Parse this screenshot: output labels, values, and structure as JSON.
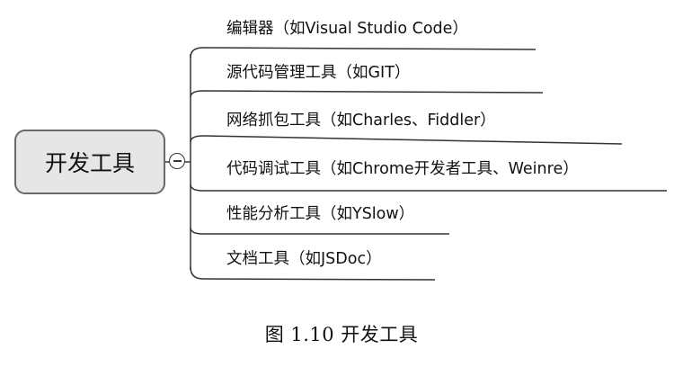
{
  "diagram": {
    "root": {
      "label": "开发工具"
    },
    "branches": [
      {
        "label": "编辑器（如Visual Studio Code）"
      },
      {
        "label": "源代码管理工具（如GIT）"
      },
      {
        "label": "网络抓包工具（如Charles、Fiddler）"
      },
      {
        "label": "代码调试工具（如Chrome开发者工具、Weinre）"
      },
      {
        "label": "性能分析工具（如YSlow）"
      },
      {
        "label": "文档工具（如JSDoc）"
      }
    ]
  },
  "caption": "图 1.10    开发工具"
}
